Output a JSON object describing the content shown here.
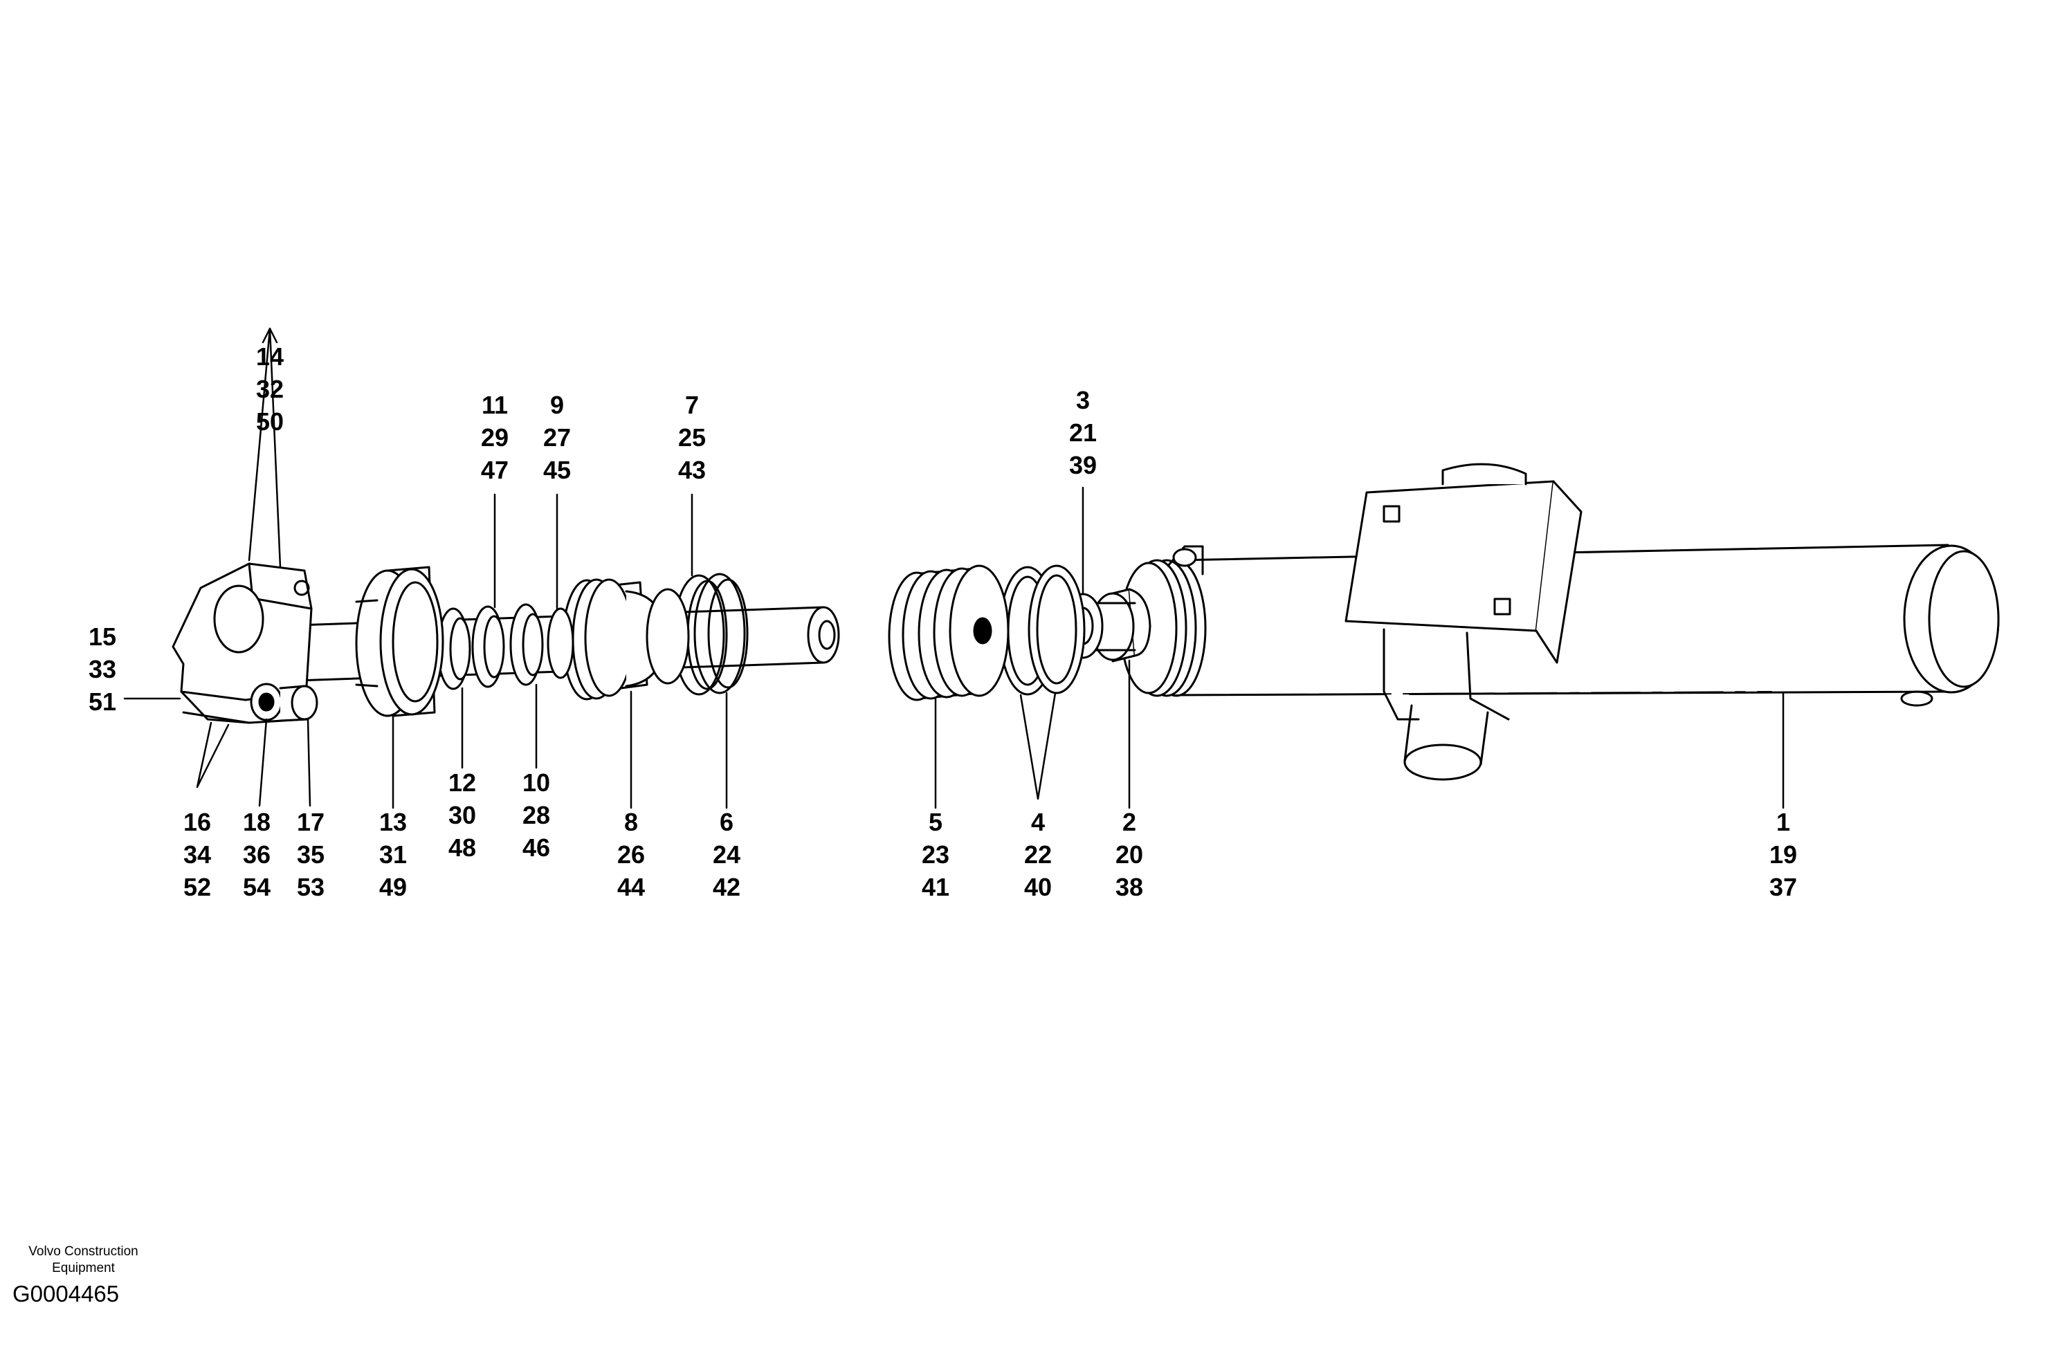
{
  "diagram": {
    "callouts": [
      {
        "id": "c14",
        "lines": [
          "14",
          "32",
          "50"
        ]
      },
      {
        "id": "c15",
        "lines": [
          "15",
          "33",
          "51"
        ]
      },
      {
        "id": "c11",
        "lines": [
          "11",
          "29",
          "47"
        ]
      },
      {
        "id": "c9",
        "lines": [
          "9",
          "27",
          "45"
        ]
      },
      {
        "id": "c7",
        "lines": [
          "7",
          "25",
          "43"
        ]
      },
      {
        "id": "c3",
        "lines": [
          "3",
          "21",
          "39"
        ]
      },
      {
        "id": "c16",
        "lines": [
          "16",
          "34",
          "52"
        ]
      },
      {
        "id": "c18",
        "lines": [
          "18",
          "36",
          "54"
        ]
      },
      {
        "id": "c17",
        "lines": [
          "17",
          "35",
          "53"
        ]
      },
      {
        "id": "c13",
        "lines": [
          "13",
          "31",
          "49"
        ]
      },
      {
        "id": "c12",
        "lines": [
          "12",
          "30",
          "48"
        ]
      },
      {
        "id": "c10",
        "lines": [
          "10",
          "28",
          "46"
        ]
      },
      {
        "id": "c8",
        "lines": [
          "8",
          "26",
          "44"
        ]
      },
      {
        "id": "c6",
        "lines": [
          "6",
          "24",
          "42"
        ]
      },
      {
        "id": "c5",
        "lines": [
          "5",
          "23",
          "41"
        ]
      },
      {
        "id": "c4",
        "lines": [
          "4",
          "22",
          "40"
        ]
      },
      {
        "id": "c2",
        "lines": [
          "2",
          "20",
          "38"
        ]
      },
      {
        "id": "c1",
        "lines": [
          "1",
          "19",
          "37"
        ]
      }
    ]
  },
  "footer": {
    "brand_line1": "Volvo Construction",
    "brand_line2": "Equipment",
    "drawing_id": "G0004465"
  }
}
